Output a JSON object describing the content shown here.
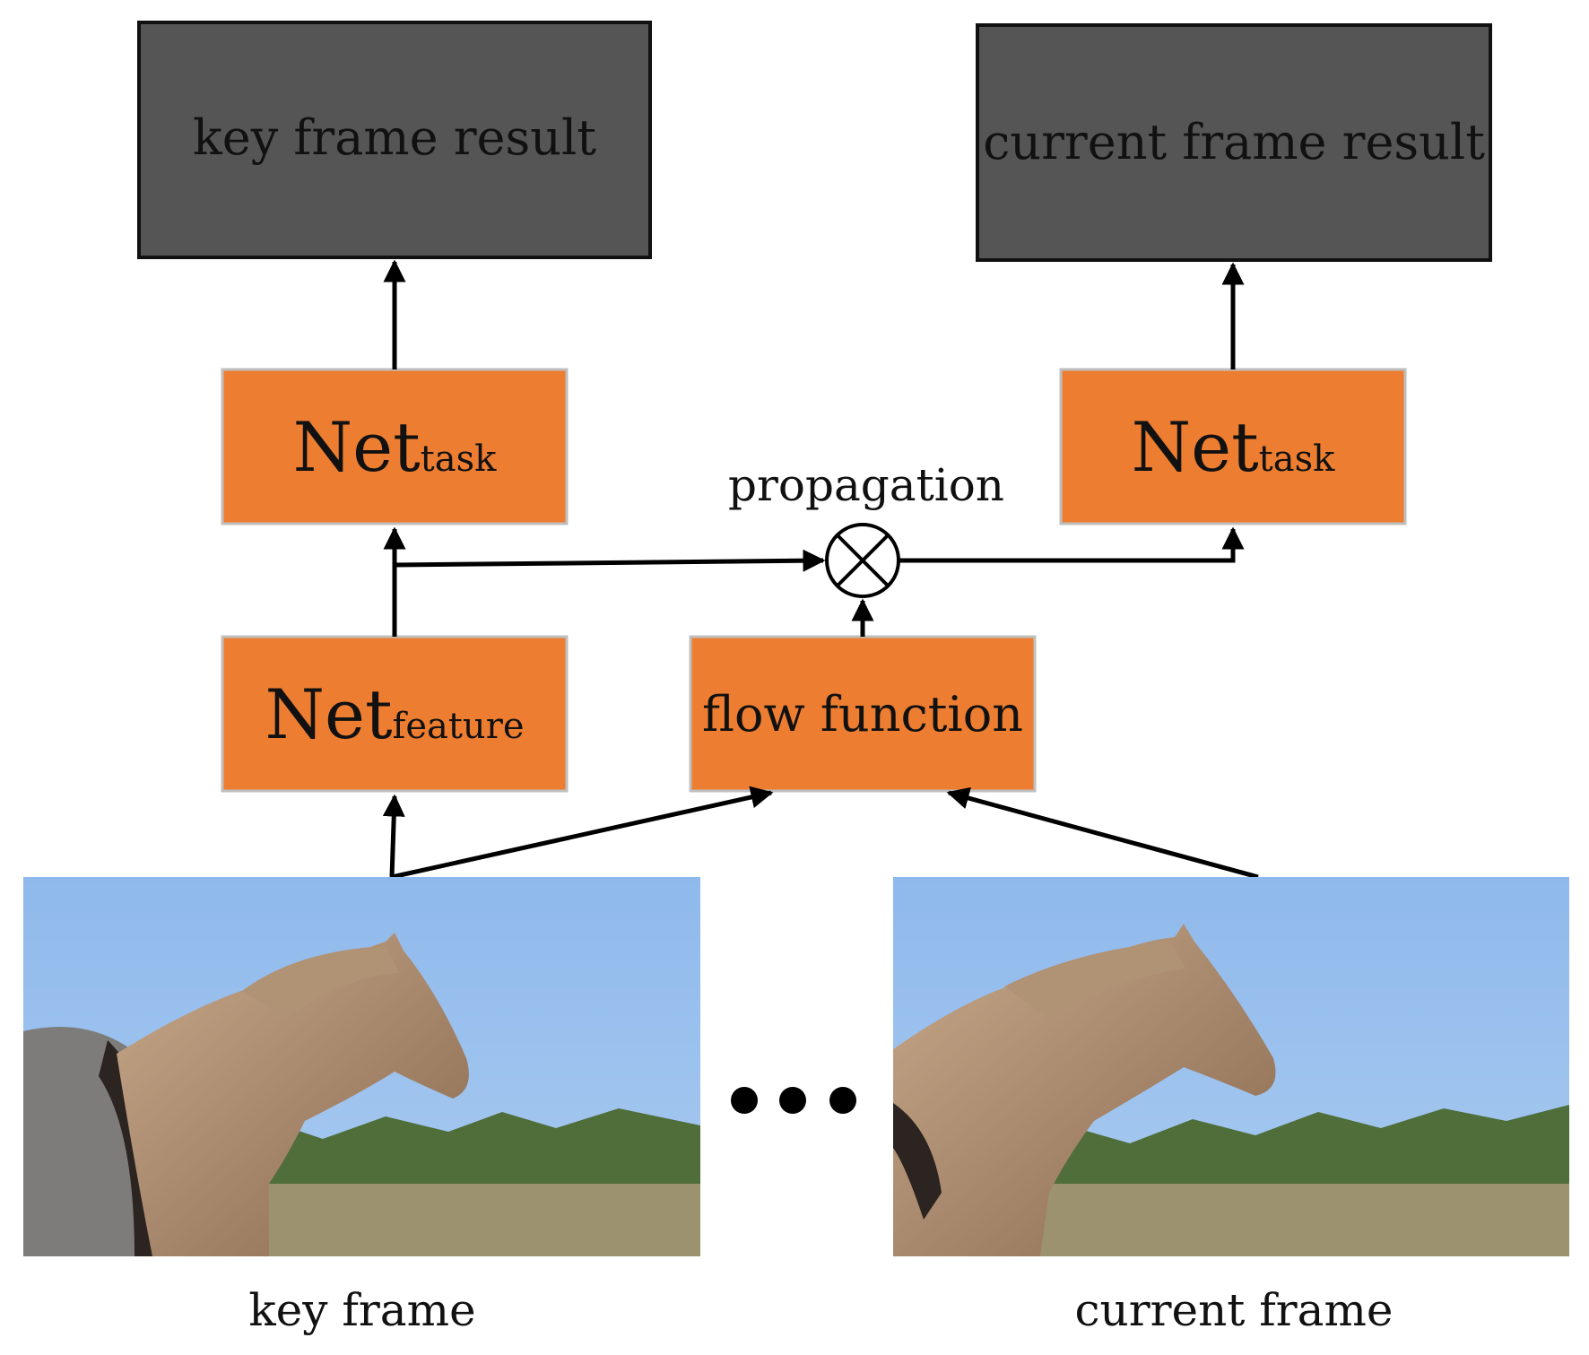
{
  "nodes": {
    "key_result": {
      "label": "key frame result"
    },
    "current_result": {
      "label": "current frame result"
    },
    "net_task_left": {
      "main": "Net",
      "sub": "task"
    },
    "net_task_right": {
      "main": "Net",
      "sub": "task"
    },
    "net_feature": {
      "main": "Net",
      "sub": "feature"
    },
    "flow_function": {
      "label": "flow function"
    },
    "propagation": {
      "label": "propagation",
      "symbol": "⊗"
    }
  },
  "frames": {
    "key_frame": {
      "caption": "key frame"
    },
    "current_frame": {
      "caption": "current frame"
    },
    "ellipsis": "• • •"
  },
  "colors": {
    "result_fill": "#555555",
    "net_fill": "#ED7D31",
    "sky": "#8FB9EC"
  }
}
